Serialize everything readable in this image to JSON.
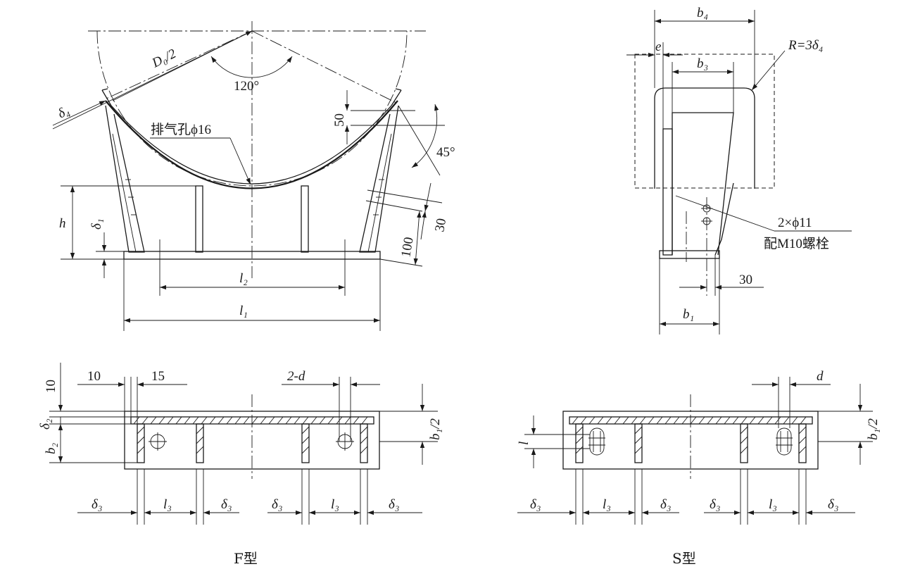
{
  "front_view": {
    "radius_label": "D₀/2",
    "angle_label": "120°",
    "vent_hole_label": "排气孔ϕ16",
    "delta4_label": "δ₄",
    "dim_50": "50",
    "angle_45": "45°",
    "h_label": "h",
    "delta1_label": "δ₁",
    "dim_30": "30",
    "dim_100": "100",
    "l2_label": "l₂",
    "l1_label": "l₁"
  },
  "side_view": {
    "b4_label": "b₄",
    "radius_label": "R=3δ₄",
    "e_label": "e",
    "b3_label": "b₃",
    "holes_label": "2×ϕ11",
    "bolt_label": "配M10螺栓",
    "dim_30": "30",
    "b1_label": "b₁"
  },
  "f_type": {
    "dim_10_v": "10",
    "dim_10_h": "10",
    "dim_15": "15",
    "holes_label": "2-d",
    "delta2_label": "δ₂",
    "b2_label": "b₂",
    "b1_half_label": "b₁/2",
    "delta3_label": "δ₃",
    "l3_label": "l₃",
    "caption": "F型"
  },
  "s_type": {
    "d_label": "d",
    "l_label": "l",
    "b1_half_label": "b₁/2",
    "delta3_label": "δ₃",
    "l3_label": "l₃",
    "caption": "S型"
  }
}
